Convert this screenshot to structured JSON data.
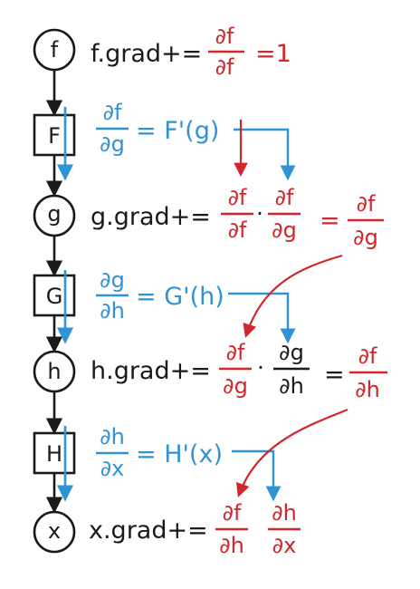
{
  "nodes": {
    "f": "f",
    "F": "F",
    "g": "g",
    "G": "G",
    "h": "h",
    "H": "H",
    "x": "x"
  },
  "row_f": {
    "label": "f.grad+=",
    "num": "∂f",
    "den": "∂f",
    "tail": "=1"
  },
  "row_F": {
    "num": "∂f",
    "den": "∂g",
    "rhs": "= F'(g)"
  },
  "row_g": {
    "label": "g.grad+=",
    "f1_num": "∂f",
    "f1_den": "∂f",
    "dot": "·",
    "f2_num": "∂f",
    "f2_den": "∂g",
    "eq": "=",
    "r_num": "∂f",
    "r_den": "∂g"
  },
  "row_G": {
    "num": "∂g",
    "den": "∂h",
    "rhs": "= G'(h)"
  },
  "row_h": {
    "label": "h.grad+=",
    "f1_num": "∂f",
    "f1_den": "∂g",
    "dot": "·",
    "f2_num": "∂g",
    "f2_den": "∂h",
    "eq": "=",
    "r_num": "∂f",
    "r_den": "∂h"
  },
  "row_H": {
    "num": "∂h",
    "den": "∂x",
    "rhs": "= H'(x)"
  },
  "row_x": {
    "label": "x.grad+=",
    "f1_num": "∂f",
    "f1_den": "∂h",
    "f2_num": "∂h",
    "f2_den": "∂x"
  },
  "colors": {
    "ink": "#1a1a1a",
    "red": "#d1262b",
    "blue": "#2f93d6"
  }
}
